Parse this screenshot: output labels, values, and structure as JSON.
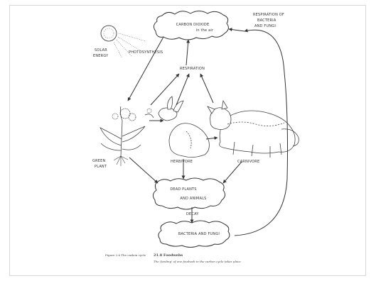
{
  "diagram": {
    "boxes": {
      "carbon": {
        "line1": "CARBON DIOXIDE",
        "line2": "in the air"
      },
      "dead": {
        "line1": "DEAD PLANTS",
        "line2": "AND ANIMALS"
      },
      "bacteria": {
        "label": "BACTERIA AND FUNGI"
      }
    },
    "labels": {
      "solar": "SOLAR",
      "energy": "ENERGY",
      "photosynthesis": "PHOTOSYNTHESIS",
      "respiration": "RESPIRATION",
      "resp_bacteria_l1": "RESPIRATION OF",
      "resp_bacteria_l2": "BACTERIA",
      "resp_bacteria_l3": "AND FUNGI",
      "green_plant_l1": "GREEN",
      "green_plant_l2": "PLANT",
      "herbivore": "HERBIVORE",
      "carnivore": "CARNIVORE",
      "decay": "DECAY"
    },
    "caption": {
      "figure": "Figure 2.6 The carbon cycle",
      "heading": "21.8 Foodwebs",
      "text": "The 'feeding' of one foodweb in the carbon cycle takes place"
    }
  }
}
